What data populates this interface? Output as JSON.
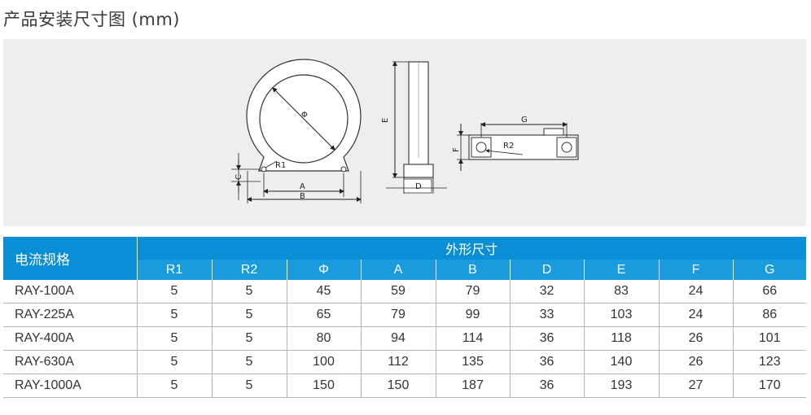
{
  "page": {
    "title": "产品安装尺寸图 (mm)"
  },
  "drawing_labels": {
    "phi": "Φ",
    "r1": "R1",
    "r2": "R2",
    "a": "A",
    "b": "B",
    "c": "C",
    "d": "D",
    "e": "E",
    "f": "F",
    "g": "G"
  },
  "table": {
    "category_header": "电流规格",
    "group_header": "外形尺寸",
    "columns": [
      "R1",
      "R2",
      "Φ",
      "A",
      "B",
      "D",
      "E",
      "F",
      "G"
    ],
    "rows": [
      {
        "model": "RAY-100A",
        "values": [
          "5",
          "5",
          "45",
          "59",
          "79",
          "32",
          "83",
          "24",
          "66"
        ]
      },
      {
        "model": "RAY-225A",
        "values": [
          "5",
          "5",
          "65",
          "79",
          "99",
          "33",
          "103",
          "24",
          "86"
        ]
      },
      {
        "model": "RAY-400A",
        "values": [
          "5",
          "5",
          "80",
          "94",
          "114",
          "36",
          "118",
          "26",
          "101"
        ]
      },
      {
        "model": "RAY-630A",
        "values": [
          "5",
          "5",
          "100",
          "112",
          "135",
          "36",
          "140",
          "26",
          "123"
        ]
      },
      {
        "model": "RAY-1000A",
        "values": [
          "5",
          "5",
          "150",
          "150",
          "187",
          "36",
          "193",
          "27",
          "170"
        ]
      }
    ]
  }
}
